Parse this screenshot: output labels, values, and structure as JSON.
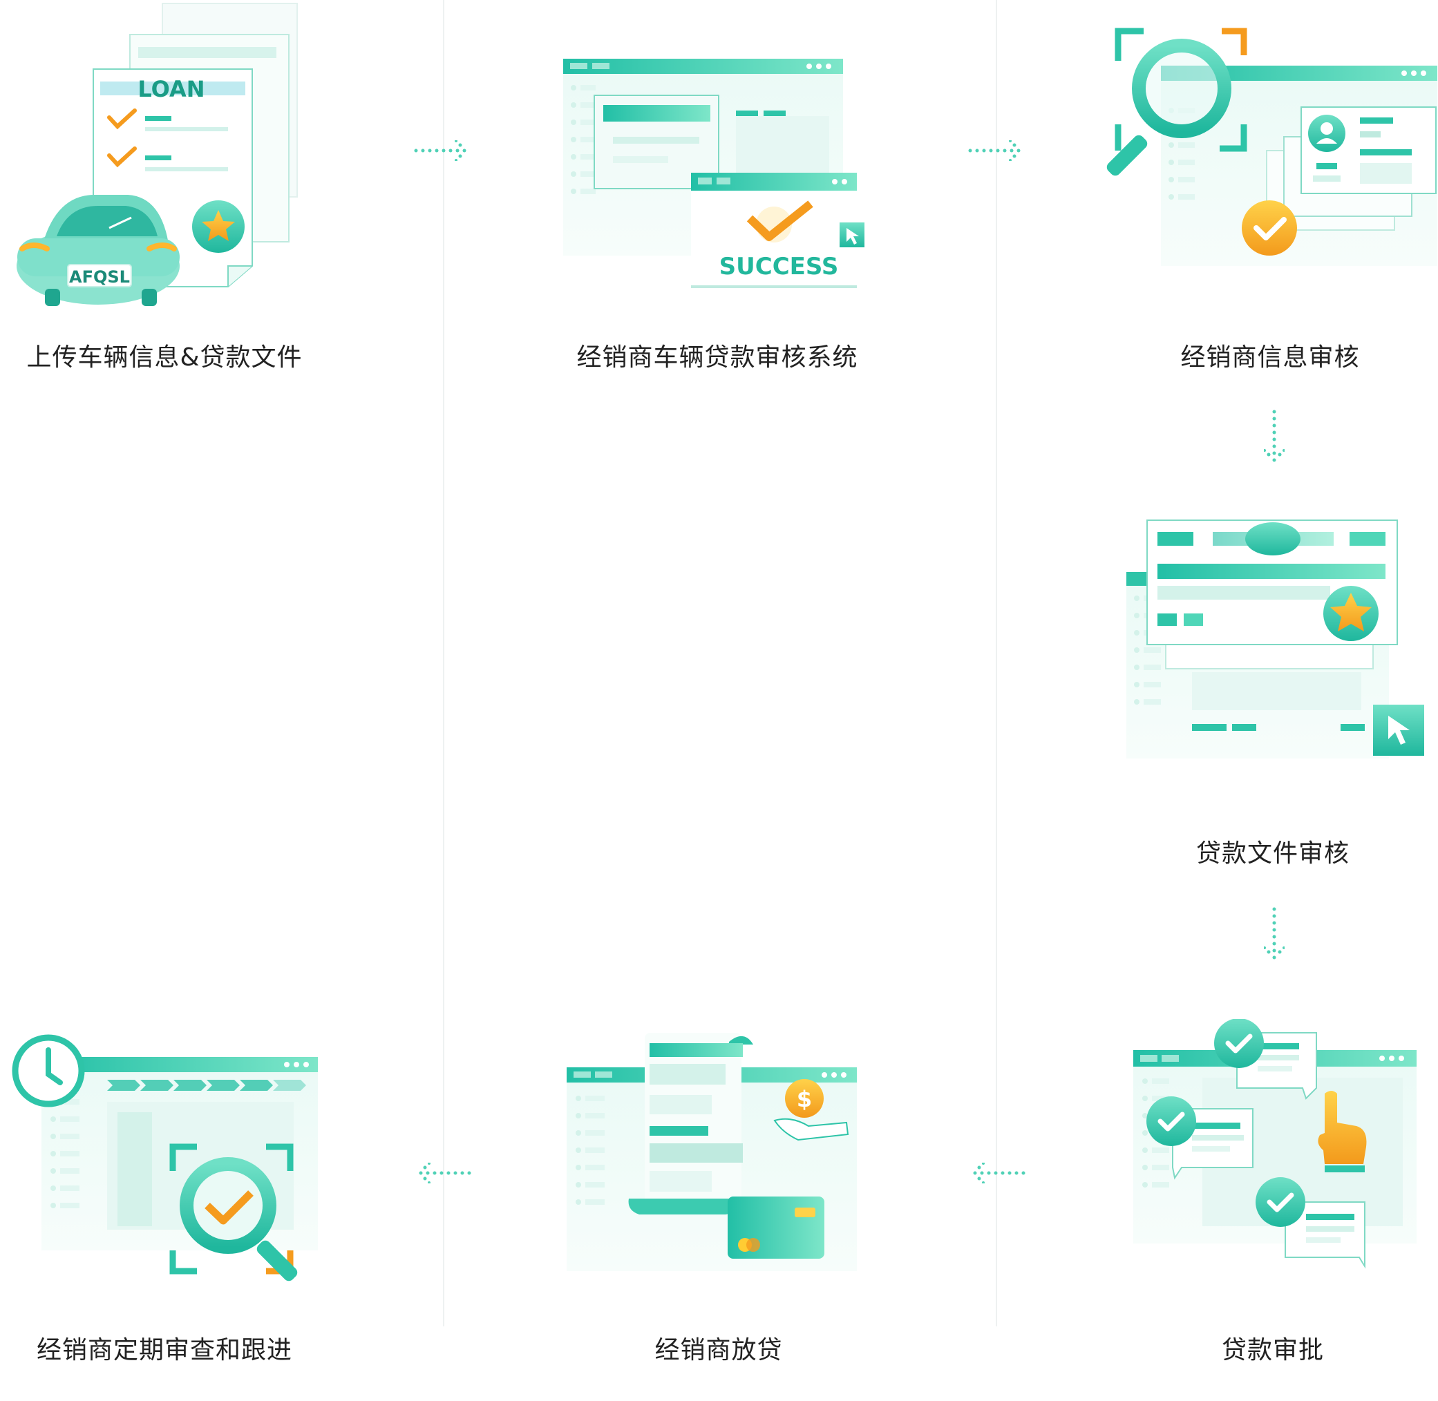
{
  "colors": {
    "teal": "#2ec4a8",
    "teal_light": "#6fe0c6",
    "mint_bg": "#eafaf6",
    "orange": "#f59b1e",
    "yellow": "#ffcc33",
    "text": "#222222",
    "divider": "#eef1f1",
    "dotted_arrow": "#4fd1b6"
  },
  "steps": [
    {
      "label": "上传车辆信息&贷款文件",
      "illustration": "car-loan-documents",
      "texts": {
        "doc_title": "LOAN",
        "plate": "AFQSL"
      }
    },
    {
      "label": "经销商车辆贷款审核系统",
      "illustration": "success-window",
      "texts": {
        "status": "SUCCESS"
      }
    },
    {
      "label": "经销商信息审核",
      "illustration": "magnifier-profile-check"
    },
    {
      "label": "贷款文件审核",
      "illustration": "document-review-star"
    },
    {
      "label": "贷款审批",
      "illustration": "approval-chat-bubbles"
    },
    {
      "label": "经销商放贷",
      "illustration": "loan-disbursement-money"
    },
    {
      "label": "经销商定期审查和跟进",
      "illustration": "periodic-review-clock"
    }
  ],
  "arrows": [
    {
      "from": 1,
      "to": 2,
      "direction": "right"
    },
    {
      "from": 2,
      "to": 3,
      "direction": "right"
    },
    {
      "from": 3,
      "to": 4,
      "direction": "down"
    },
    {
      "from": 4,
      "to": 5,
      "direction": "down"
    },
    {
      "from": 5,
      "to": 6,
      "direction": "left"
    },
    {
      "from": 6,
      "to": 7,
      "direction": "left"
    }
  ]
}
